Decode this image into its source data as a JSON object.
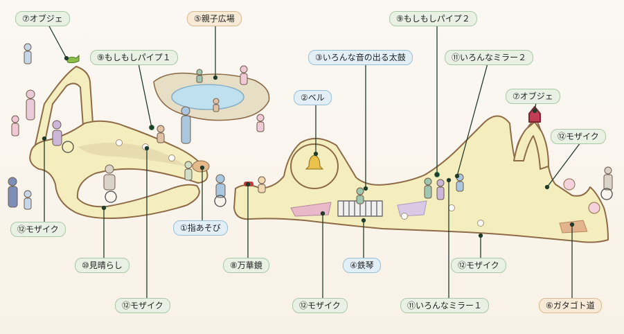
{
  "labels": {
    "objet_1": "⑦オブジェ",
    "oyako": "⑤親子広場",
    "pipe_2": "⑨もしもしパイプ２",
    "pipe_1": "⑨もしもしパイプ１",
    "drum": "③いろんな音の出る太鼓",
    "mirror_2": "⑪いろんなミラー２",
    "bell": "②ベル",
    "objet_2": "⑦オブジェ",
    "mosaic_1": "⑫モザイク",
    "mosaic_2": "⑫モザイク",
    "finger": "①指あそび",
    "kaleido": "⑧万華鏡",
    "mosaic_3": "⑫モザイク",
    "miharashi": "⑩見晴らし",
    "tekkin": "④鉄琴",
    "mosaic_4": "⑫モザイク",
    "mosaic_5": "⑫モザイク",
    "mirror_1": "⑪いろんなミラー１",
    "gatagoto": "⑥ガタゴト道"
  },
  "colors": {
    "structure_fill": "#f4edbe",
    "structure_stroke": "#8d6b46",
    "leader": "#1f3b2a",
    "green_label_bg": "#e8f1e4",
    "blue_label_bg": "#e3eff7",
    "tan_label_bg": "#f7ead7"
  }
}
